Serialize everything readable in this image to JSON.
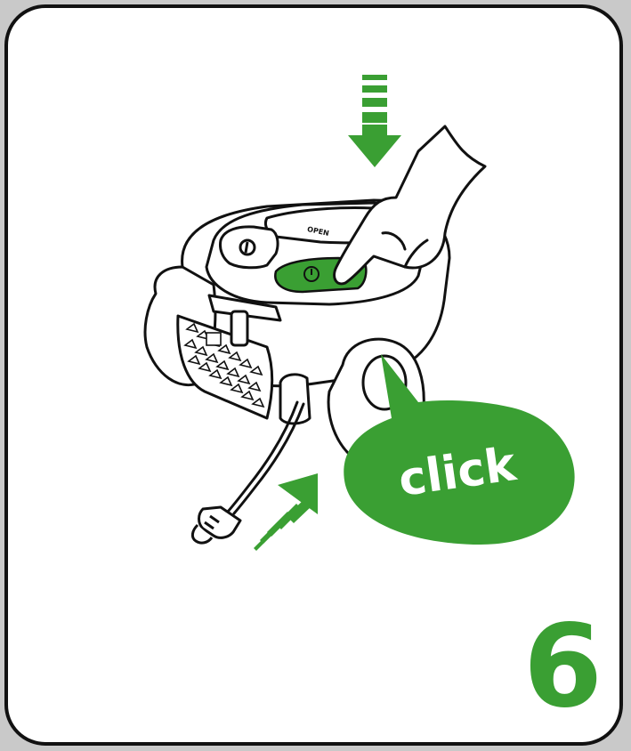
{
  "colors": {
    "accent": "#3a9f33",
    "outline": "#111111",
    "background": "#c9c9c9",
    "card": "#ffffff"
  },
  "illustration": {
    "device": "vacuum-cleaner",
    "button_icon": "power-button-icon",
    "lid_label": "OPEN",
    "speech_bubble_text": "click"
  },
  "step": {
    "number": "6"
  },
  "icons": [
    "down-arrow-icon",
    "up-right-arrow-icon",
    "power-icon",
    "plug-icon",
    "hand-icon"
  ]
}
